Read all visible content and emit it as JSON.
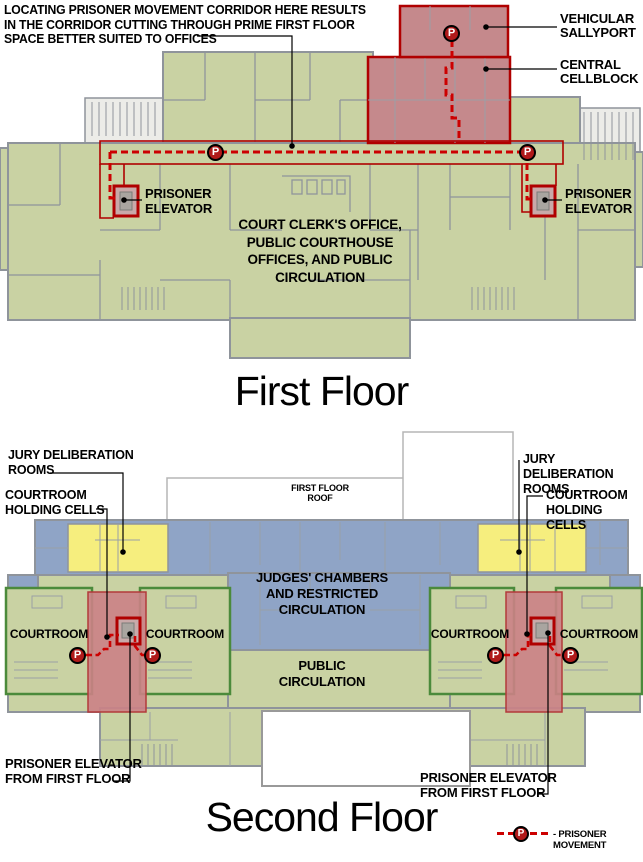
{
  "colors": {
    "room-green": "#c9d2a3",
    "wall-gray": "#8f949b",
    "cell-red": "#c5898c",
    "corridor-red": "#b00000",
    "move-red": "#cc0000",
    "blue": "#8fa4c6",
    "yellow": "#f6ee7e",
    "court-green": "#4b8a3b",
    "holding-red": "#cb8186"
  },
  "annotation": {
    "line1": "LOCATING PRISONER MOVEMENT CORRIDOR HERE RESULTS",
    "line2": "IN THE CORRIDOR CUTTING THROUGH PRIME FIRST FLOOR",
    "line3": "SPACE BETTER SUITED TO OFFICES"
  },
  "legend": {
    "p_letter": "P",
    "label": "- PRISONER MOVEMENT"
  },
  "first_floor": {
    "title": "First Floor",
    "labels": {
      "vehicular_sallyport": "VEHICULAR\nSALLYPORT",
      "central_cellblock": "CENTRAL\nCELLBLOCK",
      "prisoner_elevator": "PRISONER\nELEVATOR",
      "court_clerk": "COURT CLERK'S OFFICE,\nPUBLIC COURTHOUSE\nOFFICES, AND PUBLIC\nCIRCULATION"
    }
  },
  "second_floor": {
    "title": "Second Floor",
    "labels": {
      "jury_rooms": "JURY DELIBERATION\nROOMS",
      "holding_cells": "COURTROOM\nHOLDING CELLS",
      "first_floor_roof": "FIRST FLOOR\nROOF",
      "judges_chambers": "JUDGES' CHAMBERS\nAND RESTRICTED\nCIRCULATION",
      "courtroom": "COURTROOM",
      "public_circulation": "PUBLIC\nCIRCULATION",
      "prisoner_elevator_from_first": "PRISONER ELEVATOR\nFROM FIRST FLOOR"
    }
  }
}
